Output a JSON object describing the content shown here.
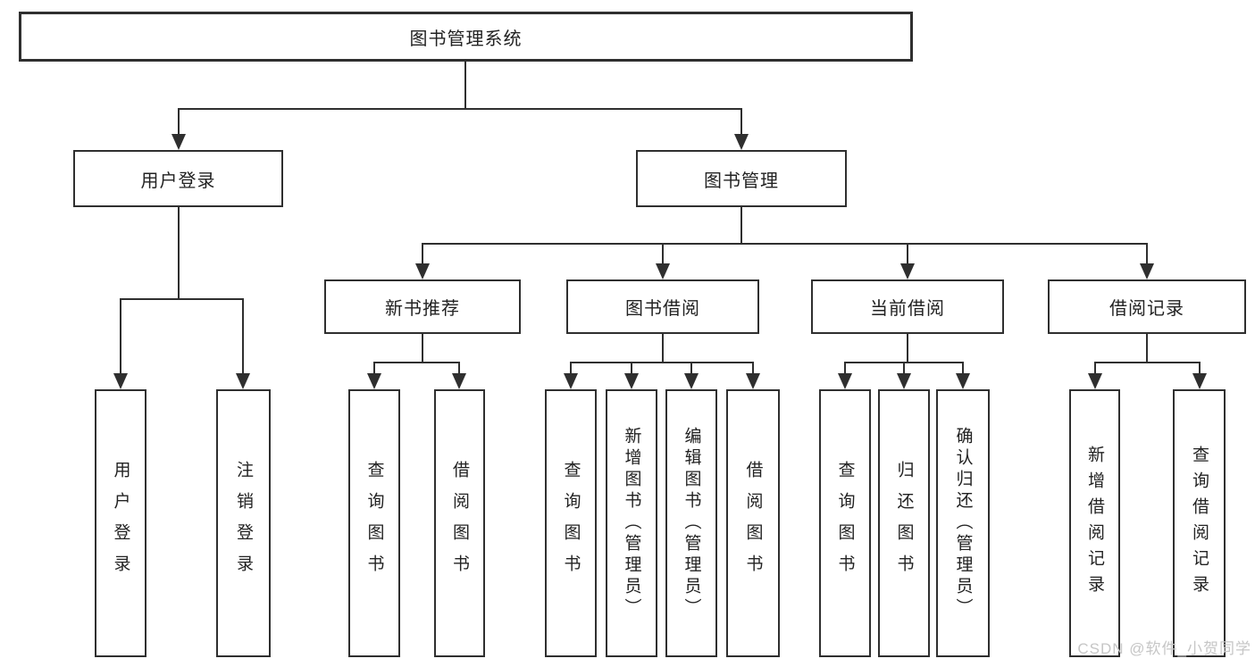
{
  "tree": {
    "root": {
      "label": "图书管理系统"
    },
    "branches": [
      {
        "label": "用户登录",
        "children": [
          {
            "label": "用户登录"
          },
          {
            "label": "注销登录"
          }
        ]
      },
      {
        "label": "图书管理",
        "children": [
          {
            "label": "新书推荐",
            "children": [
              {
                "label": "查询图书"
              },
              {
                "label": "借阅图书"
              }
            ]
          },
          {
            "label": "图书借阅",
            "children": [
              {
                "label": "查询图书"
              },
              {
                "label": "新增图书（管理员）"
              },
              {
                "label": "编辑图书（管理员）"
              },
              {
                "label": "借阅图书"
              }
            ]
          },
          {
            "label": "当前借阅",
            "children": [
              {
                "label": "查询图书"
              },
              {
                "label": "归还图书"
              },
              {
                "label": "确认归还（管理员）"
              }
            ]
          },
          {
            "label": "借阅记录",
            "children": [
              {
                "label": "新增借阅记录"
              },
              {
                "label": "查询借阅记录"
              }
            ]
          }
        ]
      }
    ]
  },
  "watermark": {
    "text": "CSDN @软件_小贺同学"
  },
  "colors": {
    "line": "#2f2f2f",
    "text": "#222222",
    "watermark": "#c6c6c6",
    "background": "#ffffff"
  }
}
